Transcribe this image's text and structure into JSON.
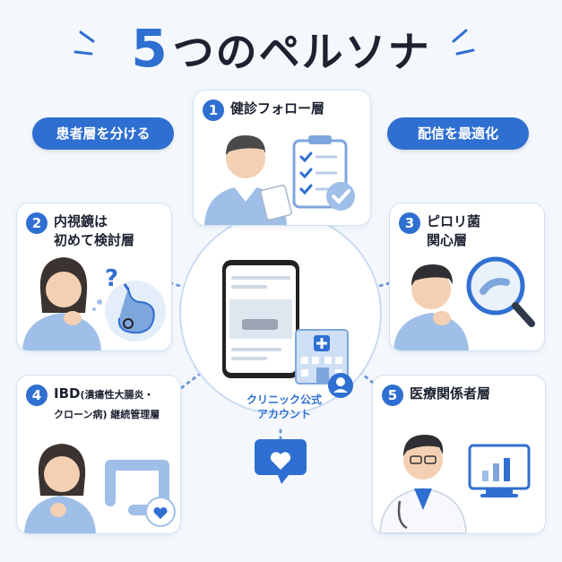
{
  "title": {
    "number": "5",
    "text": "つのペルソナ"
  },
  "pills": {
    "left": "患者層を分ける",
    "right": "配信を最適化"
  },
  "personas": [
    {
      "number": "1",
      "title": "健診フォロー層"
    },
    {
      "number": "2",
      "title_line1": "内視鏡は",
      "title_line2": "初めて検討層"
    },
    {
      "number": "3",
      "title_line1": "ピロリ菌",
      "title_line2": "関心層"
    },
    {
      "number": "4",
      "title_line1_a": "IBD",
      "title_line1_b": "(潰瘍性大腸炎・",
      "title_line2": "クローン病) 継続管理層"
    },
    {
      "number": "5",
      "title": "医療関係者層"
    }
  ],
  "center": {
    "label_line1": "クリニック公式",
    "label_line2": "アカウント"
  },
  "colors": {
    "accent": "#2f6fd1",
    "light_blue": "#a9c6ee",
    "text": "#1c2230"
  }
}
